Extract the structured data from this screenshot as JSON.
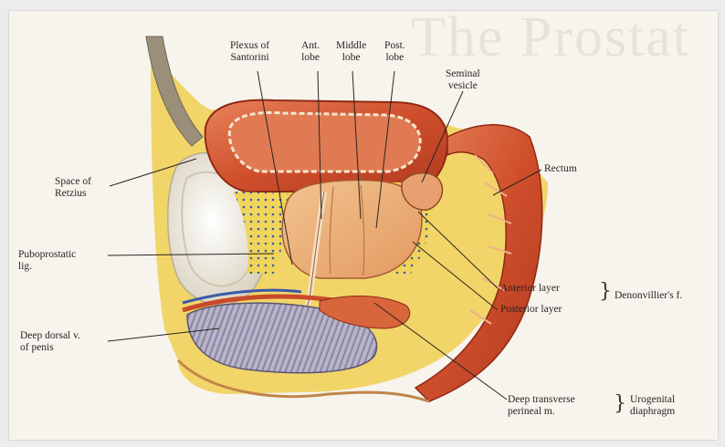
{
  "watermark": "The Prostat",
  "labels": {
    "plexus": "Plexus of\nSantorini",
    "ant_lobe": "Ant.\nlobe",
    "middle_lobe": "Middle\nlobe",
    "post_lobe": "Post.\nlobe",
    "seminal": "Seminal\nvesicle",
    "rectum": "Rectum",
    "retzius": "Space of\nRetzius",
    "puboprostatic": "Puboprostatic\nlig.",
    "dorsal": "Deep dorsal v.\nof penis",
    "anterior_layer": "Anterior layer",
    "posterior_layer": "Posterior layer",
    "denon": "Denonvillier's f.",
    "transverse": "Deep transverse\nperineal m.",
    "urogenital": "Urogenital\ndiaphragm"
  },
  "colors": {
    "muscle": "#c94a2a",
    "tissue": "#e9c07a",
    "fat": "#f0d25a",
    "bone": "#f2ece0",
    "line": "#2a2420"
  }
}
